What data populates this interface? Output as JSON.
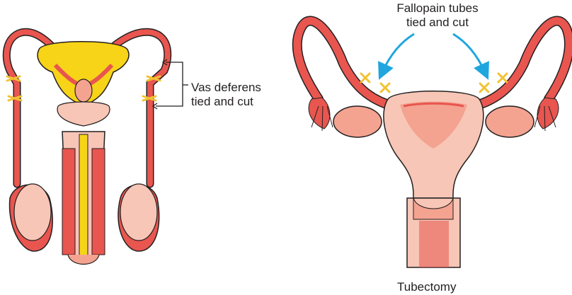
{
  "labels": {
    "vas_line1": "Vas deferens",
    "vas_line2": "tied and cut",
    "fallopian_line1": "Fallopain tubes",
    "fallopian_line2": "tied and cut",
    "tubectomy": "Tubectomy"
  },
  "colors": {
    "outline": "#231f20",
    "tissue_red": "#e8564f",
    "tissue_pink": "#f4a391",
    "tissue_light": "#f7c6b6",
    "gland_yellow": "#f7d417",
    "thread_yellow": "#f1c232",
    "arrow_blue": "#1fa6df"
  }
}
